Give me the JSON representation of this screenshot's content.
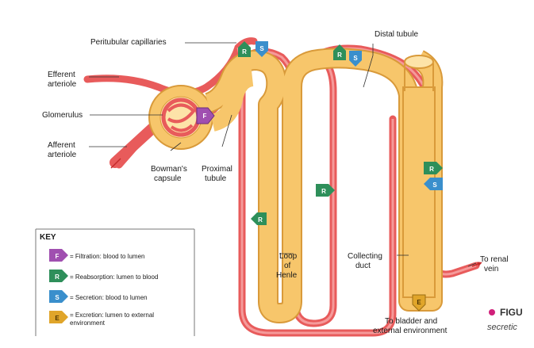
{
  "labels": {
    "peritubular": "Peritubular capillaries",
    "distal": "Distal tubule",
    "efferent1": "Efferent",
    "efferent2": "arteriole",
    "glomerulus": "Glomerulus",
    "afferent1": "Afferent",
    "afferent2": "arteriole",
    "bowmans1": "Bowman's",
    "bowmans2": "capsule",
    "proximal1": "Proximal",
    "proximal2": "tubule",
    "loop1": "Loop",
    "loop2": "of",
    "loop3": "Henle",
    "collecting1": "Collecting",
    "collecting2": "duct",
    "renal1": "To renal",
    "renal2": "vein",
    "bladder1": "To bladder and",
    "bladder2": "external environment"
  },
  "key": {
    "title": "KEY",
    "items": [
      {
        "letter": "F",
        "color": "#a04fb0",
        "text1": "= Filtration: blood to lumen",
        "text2": ""
      },
      {
        "letter": "R",
        "color": "#2e8f5a",
        "text1": "= Reabsorption: lumen to blood",
        "text2": ""
      },
      {
        "letter": "S",
        "color": "#3a8fcc",
        "text1": "= Secretion: blood to lumen",
        "text2": ""
      },
      {
        "letter": "E",
        "color": "#e0a52a",
        "text1": "= Excretion: lumen to external",
        "text2": "environment"
      }
    ]
  },
  "badges": {
    "f": "F",
    "r": "R",
    "s": "S",
    "e": "E"
  },
  "corner": {
    "fig": "FIGU",
    "secretion": "secretic"
  },
  "colors": {
    "tubule": "#f7c66b",
    "tubule_stroke": "#d99a3a",
    "vessel": "#e85b5b",
    "vessel_light": "#f59a9a",
    "filtration": "#a04fb0",
    "reabsorption": "#2e8f5a",
    "secretion": "#3a8fcc",
    "excretion": "#e0a52a",
    "accent_dot": "#d0207a"
  }
}
